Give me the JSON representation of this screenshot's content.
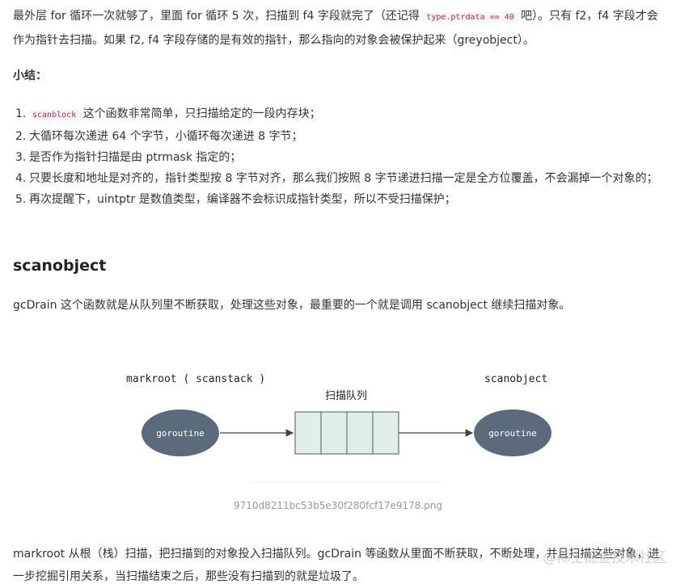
{
  "paragraph1": {
    "part1": "最外层 for 循环一次就够了，里面 for 循环 5 次，扫描到 f4 字段就完了（还记得 ",
    "code": "type.ptrdata == 40",
    "part2": " 吧）。只有 f2，f4 字段才会作为指针去扫描。如果 f2, f4 字段存储的是有效的指针，那么指向的对象会被保护起来（greyobject）。"
  },
  "summary_heading": "小结：",
  "summary_items": [
    {
      "num": "1.",
      "code": "scanblock",
      "text": " 这个函数非常简单，只扫描给定的一段内存块；"
    },
    {
      "num": "2.",
      "text": "大循环每次递进 64 个字节，小循环每次递进 8 字节；"
    },
    {
      "num": "3.",
      "text": "是否作为指针扫描是由 ptrmask 指定的；"
    },
    {
      "num": "4.",
      "text": "只要长度和地址是对齐的，指针类型按 8 字节对齐，那么我们按照 8 字节递进扫描一定是全方位覆盖，不会漏掉一个对象的；"
    },
    {
      "num": "5.",
      "text": "再次提醒下，uintptr 是数值类型，编译器不会标识成指针类型，所以不受扫描保护；"
    }
  ],
  "section_heading": "scanobject",
  "paragraph2": "gcDrain 这个函数就是从队列里不断获取，处理这些对象，最重要的一个就是调用 scanobject 继续扫描对象。",
  "diagram": {
    "left_label": "markroot ( scanstack )",
    "right_label": "scanobject",
    "queue_label": "扫描队列",
    "left_node": "goroutine",
    "right_node": "goroutine",
    "node_color": "#5b6b7d",
    "queue_fill": "#dfeeea"
  },
  "caption": "9710d8211bc53b5e30f280fcf17e9178.png",
  "paragraph3": "markroot 从根（栈）扫描，把扫描到的对象投入扫描队列。gcDrain 等函数从里面不断获取，不断处理，并且扫描这些对象，进一步挖掘引用关系，当扫描结束之后，那些没有扫描到的就是垃圾了。",
  "watermark": "@稀土掘金技术社区"
}
